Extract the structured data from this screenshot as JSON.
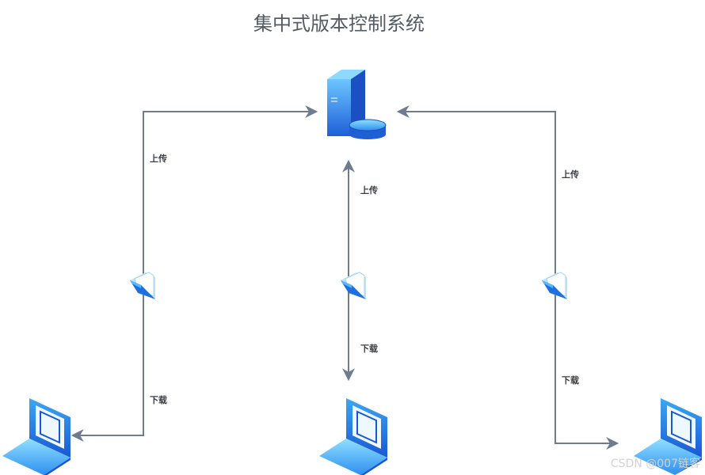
{
  "title": "集中式版本控制系统",
  "labels": {
    "upload": "上传",
    "download": "下载"
  },
  "watermark": "CSDN @007链客",
  "nodes": {
    "server": "server-icon",
    "clients": [
      "laptop-icon",
      "laptop-icon",
      "laptop-icon"
    ],
    "files": [
      "folder-icon",
      "folder-icon",
      "folder-icon"
    ]
  },
  "colors": {
    "edge": "#6f7b8f",
    "icon_blue": "#2d7be5",
    "icon_light": "#7fd0ff",
    "title": "#555b63"
  }
}
